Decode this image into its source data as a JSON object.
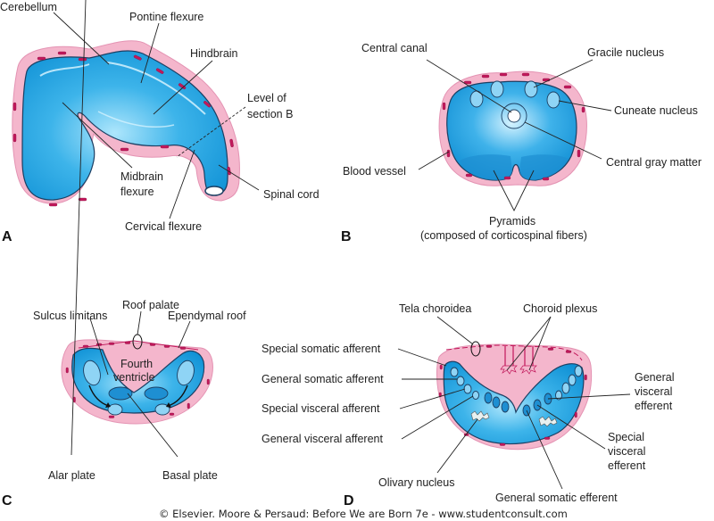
{
  "figure": {
    "credit": "© Elsevier. Moore & Persaud: Before We are Born 7e - www.studentconsult.com",
    "colors": {
      "neural_tissue": "#1ea0e0",
      "neural_tissue_light": "#9fe0fb",
      "pia_mater": "#f4b6cc",
      "blood_vessel": "#c2185b",
      "nucleus": "#8fd4f5"
    },
    "panels": {
      "A": {
        "letter": "A",
        "labels": {
          "cerebellum": "Cerebellum",
          "pontine_flexure": "Pontine flexure",
          "hindbrain": "Hindbrain",
          "level_section_1": "Level of",
          "level_section_2": "section B",
          "midbrain_flexure_1": "Midbrain",
          "midbrain_flexure_2": "flexure",
          "spinal_cord": "Spinal cord",
          "cervical_flexure": "Cervical flexure"
        }
      },
      "B": {
        "letter": "B",
        "labels": {
          "central_canal": "Central canal",
          "gracile_nucleus": "Gracile nucleus",
          "cuneate_nucleus": "Cuneate nucleus",
          "central_gray_matter": "Central gray matter",
          "blood_vessel": "Blood vessel",
          "pyramids": "Pyramids",
          "pyramids_note": "(composed of corticospinal fibers)"
        }
      },
      "C": {
        "letter": "C",
        "labels": {
          "roof_palate": "Roof palate",
          "sulcus_limitans": "Sulcus limitans",
          "ependymal_roof": "Ependymal roof",
          "fourth_ventricle_1": "Fourth",
          "fourth_ventricle_2": "ventricle",
          "alar_plate": "Alar plate",
          "basal_plate": "Basal plate"
        }
      },
      "D": {
        "letter": "D",
        "labels": {
          "tela_choroidea": "Tela choroidea",
          "choroid_plexus": "Choroid plexus",
          "special_somatic_afferent": "Special somatic afferent",
          "general_somatic_afferent": "General somatic afferent",
          "special_visceral_afferent": "Special visceral afferent",
          "general_visceral_afferent": "General visceral afferent",
          "general_visceral_efferent_1": "General",
          "general_visceral_efferent_2": "visceral",
          "general_visceral_efferent_3": "efferent",
          "special_visceral_efferent_1": "Special",
          "special_visceral_efferent_2": "visceral",
          "special_visceral_efferent_3": "efferent",
          "olivary_nucleus": "Olivary nucleus",
          "general_somatic_efferent": "General somatic efferent"
        }
      }
    }
  }
}
